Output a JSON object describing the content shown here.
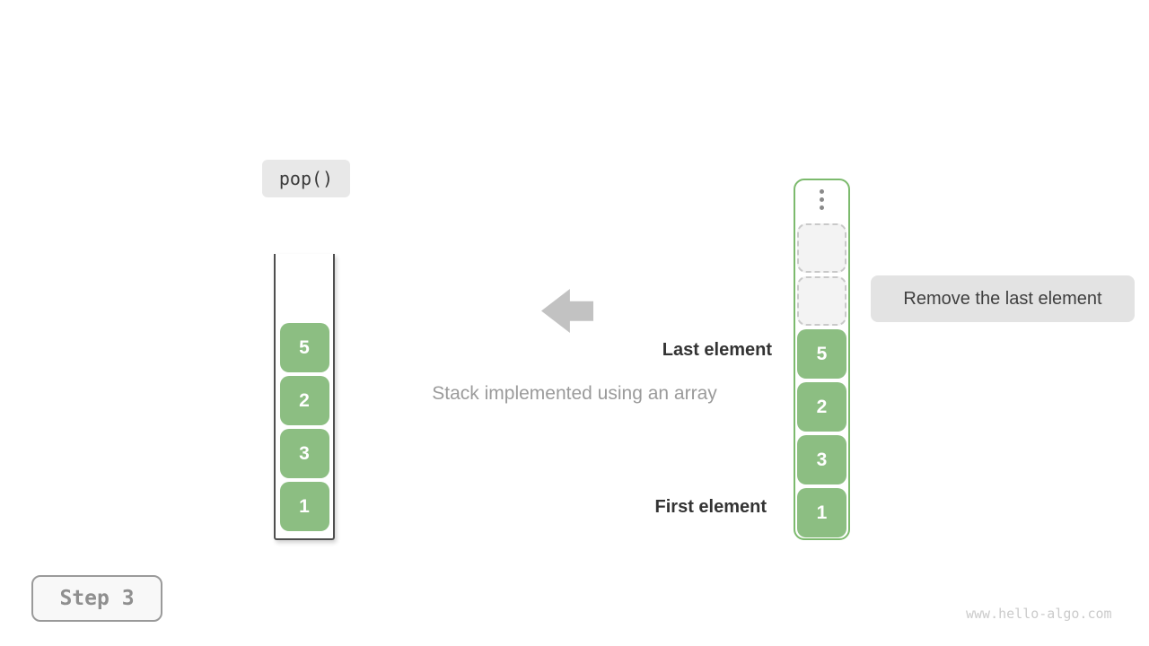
{
  "operation": {
    "label": "pop()"
  },
  "step": {
    "label": "Step 3"
  },
  "caption": {
    "text": "Stack implemented using an array"
  },
  "annotations": {
    "last_element": "Last element",
    "first_element": "First element",
    "remove_note": "Remove the last element"
  },
  "stack": {
    "values_top_to_bottom": [
      "5",
      "2",
      "3",
      "1"
    ]
  },
  "array": {
    "ellipsis_icon": "vertical-ellipsis",
    "empty_slot_count": 2,
    "values_top_to_bottom": [
      "5",
      "2",
      "3",
      "1"
    ]
  },
  "watermark": {
    "text": "www.hello-algo.com"
  },
  "colors": {
    "cell_green": "#8cbe82",
    "cell_text": "#ffffff",
    "array_border_green": "#7cba6d",
    "arrow_gray": "#c2c2c2",
    "label_bg_gray": "#e8e8e8",
    "dark_text": "#3a3a3a",
    "muted_text": "#9b9b9b",
    "step_text": "#8f8f8f",
    "watermark_text": "#cbcbcb"
  }
}
